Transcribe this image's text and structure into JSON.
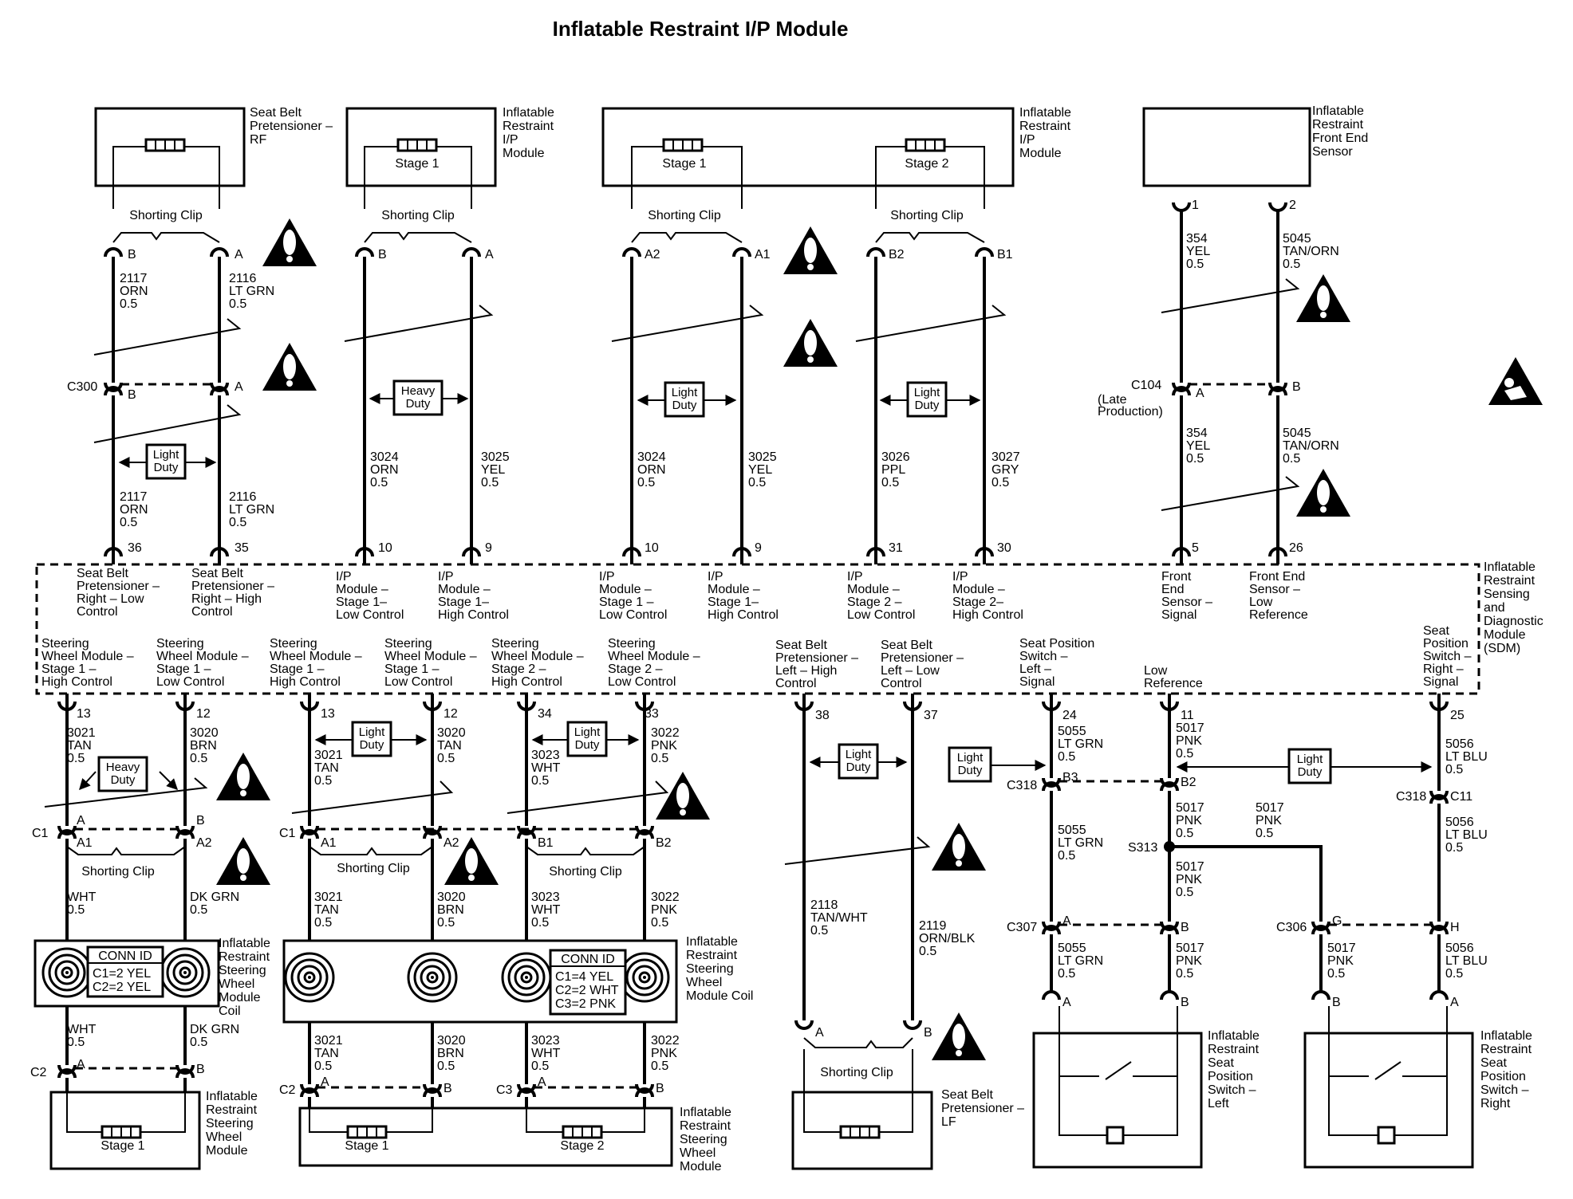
{
  "title": "Inflatable Restraint I/P Module",
  "components": {
    "pret_rf": [
      "Seat Belt",
      "Pretensioner –",
      "RF"
    ],
    "ip1": [
      "Inflatable",
      "Restraint",
      "I/P",
      "Module"
    ],
    "ip2": [
      "Inflatable",
      "Restraint",
      "I/P",
      "Module"
    ],
    "fes": [
      "Inflatable",
      "Restraint",
      "Front End",
      "Sensor"
    ],
    "sdm": [
      "Inflatable",
      "Restraint",
      "Sensing",
      "and",
      "Diagnostic",
      "Module",
      "(SDM)"
    ],
    "coil_left": [
      "Inflatable",
      "Restraint",
      "Steering",
      "Wheel",
      "Module",
      "Coil"
    ],
    "coil_mid": [
      "Inflatable",
      "Restraint",
      "Steering",
      "Wheel",
      "Module Coil"
    ],
    "swm_left": [
      "Inflatable",
      "Restraint",
      "Steering",
      "Wheel",
      "Module"
    ],
    "swm_mid": [
      "Inflatable",
      "Restraint",
      "Steering",
      "Wheel",
      "Module"
    ],
    "pret_lf": [
      "Seat Belt",
      "Pretensioner –",
      "LF"
    ],
    "seat_sw_left": [
      "Inflatable",
      "Restraint",
      "Seat",
      "Position",
      "Switch –",
      "Left"
    ],
    "seat_sw_right": [
      "Inflatable",
      "Restraint",
      "Seat",
      "Position",
      "Switch –",
      "Right"
    ]
  },
  "common": {
    "stage1": "Stage 1",
    "stage2": "Stage 2",
    "shorting_clip": "Shorting Clip",
    "conn_id": "CONN ID",
    "late_production": [
      "(Late",
      "Production)"
    ]
  },
  "duty": {
    "light": [
      "Light",
      "Duty"
    ],
    "heavy": [
      "Heavy",
      "Duty"
    ]
  },
  "conn_id_left": [
    "C1=2 YEL",
    "C2=2 YEL"
  ],
  "conn_id_mid": [
    "C1=4 YEL",
    "C2=2 WHT",
    "C3=2 PNK"
  ],
  "connectors": [
    "C300",
    "C104",
    "C1",
    "C2",
    "C3",
    "C318",
    "C307",
    "C306",
    "S313"
  ],
  "pins": [
    "A",
    "B",
    "A1",
    "A2",
    "B1",
    "B2",
    "B3",
    "C11",
    "G",
    "H",
    "1",
    "2",
    "5",
    "9",
    "10",
    "11",
    "12",
    "13",
    "24",
    "25",
    "26",
    "30",
    "31",
    "33",
    "34",
    "35",
    "36",
    "37",
    "38"
  ],
  "wires": {
    "w2117": [
      "2117",
      "ORN",
      "0.5"
    ],
    "w2116": [
      "2116",
      "LT GRN",
      "0.5"
    ],
    "w3024": [
      "3024",
      "ORN",
      "0.5"
    ],
    "w3025": [
      "3025",
      "YEL",
      "0.5"
    ],
    "w3026": [
      "3026",
      "PPL",
      "0.5"
    ],
    "w3027": [
      "3027",
      "GRY",
      "0.5"
    ],
    "w354": [
      "354",
      "YEL",
      "0.5"
    ],
    "w5045": [
      "5045",
      "TAN/ORN",
      "0.5"
    ],
    "w3021": [
      "3021",
      "TAN",
      "0.5"
    ],
    "w3020t": [
      "3020",
      "TAN",
      "0.5"
    ],
    "w3020": [
      "3020",
      "BRN",
      "0.5"
    ],
    "w3023": [
      "3023",
      "WHT",
      "0.5"
    ],
    "w3022": [
      "3022",
      "PNK",
      "0.5"
    ],
    "wht": [
      "WHT",
      "0.5"
    ],
    "dkgrn": [
      "DK GRN",
      "0.5"
    ],
    "w2118": [
      "2118",
      "TAN/WHT",
      "0.5"
    ],
    "w2119": [
      "2119",
      "ORN/BLK",
      "0.5"
    ],
    "w5055": [
      "5055",
      "LT GRN",
      "0.5"
    ],
    "w5017": [
      "5017",
      "PNK",
      "0.5"
    ],
    "w5017s": [
      "5017",
      "PNK",
      "0.5"
    ],
    "w5056": [
      "5056",
      "LT BLU",
      "0.5"
    ]
  },
  "sdm_top": {
    "pin36": [
      "Seat Belt",
      "Pretensioner –",
      "Right – Low",
      "Control"
    ],
    "pin35": [
      "Seat Belt",
      "Pretensioner –",
      "Right – High",
      "Control"
    ],
    "ip10": [
      "I/P",
      "Module –",
      "Stage 1–",
      "Low Control"
    ],
    "ip9": [
      "I/P",
      "Module –",
      "Stage 1–",
      "High Control"
    ],
    "ip10b": [
      "I/P",
      "Module –",
      "Stage 1 –",
      "Low Control"
    ],
    "ip9b": [
      "I/P",
      "Module –",
      "Stage 1–",
      "High Control"
    ],
    "ip31": [
      "I/P",
      "Module –",
      "Stage 2 –",
      "Low Control"
    ],
    "ip30": [
      "I/P",
      "Module –",
      "Stage 2–",
      "High Control"
    ],
    "fe5": [
      "Front",
      "End",
      "Sensor –",
      "Signal"
    ],
    "fe26": [
      "Front End",
      "Sensor –",
      "Low",
      "Reference"
    ]
  },
  "sdm_bottom": {
    "p13a": [
      "Steering",
      "Wheel Module –",
      "Stage 1 –",
      "High Control"
    ],
    "p12a": [
      "Steering",
      "Wheel Module –",
      "Stage 1 –",
      "Low Control"
    ],
    "p13b": [
      "Steering",
      "Wheel Module –",
      "Stage 1 –",
      "High Control"
    ],
    "p12b": [
      "Steering",
      "Wheel Module –",
      "Stage 1 –",
      "Low Control"
    ],
    "p34": [
      "Steering",
      "Wheel Module –",
      "Stage 2 –",
      "High Control"
    ],
    "p33": [
      "Steering",
      "Wheel Module –",
      "Stage 2 –",
      "Low Control"
    ],
    "p38": [
      "Seat Belt",
      "Pretensioner –",
      "Left – High",
      "Control"
    ],
    "p37": [
      "Seat Belt",
      "Pretensioner –",
      "Left – Low",
      "Control"
    ],
    "p24": [
      "Seat Position",
      "Switch –",
      "Left –",
      "Signal"
    ],
    "p11": [
      "Low",
      "Reference"
    ],
    "p25": [
      "Seat",
      "Position",
      "Switch –",
      "Right –",
      "Signal"
    ]
  }
}
